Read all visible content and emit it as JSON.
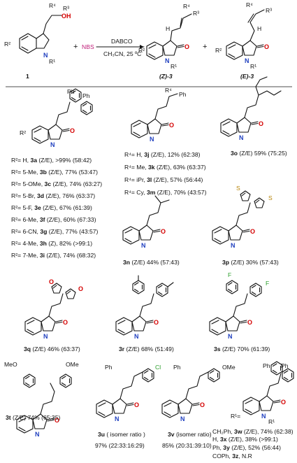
{
  "scheme": {
    "reagent_nbs": "NBS",
    "reagent_plus": "+",
    "catalyst": "DABCO",
    "conditions": "CH₃CN, 25 ºC",
    "substrate_label": "1",
    "product_z_label": "(Z)-3",
    "product_e_label": "(E)-3",
    "r1": "R¹",
    "r2": "R²",
    "r3": "R³",
    "r4": "R⁴",
    "oh": "OH"
  },
  "groups": {
    "ph": "Ph",
    "ome": "OMe",
    "cl": "Cl",
    "f": "F",
    "meo": "MeO",
    "r1_eq": "R¹="
  },
  "entries": {
    "r2_series": [
      {
        "pre": "R²= H, ",
        "id": "3a",
        "post": " (Z/E), >99% (58:42)"
      },
      {
        "pre": "R²= 5-Me, ",
        "id": "3b",
        "post": " (Z/E), 77% (53:47)"
      },
      {
        "pre": "R²= 5-OMe, ",
        "id": "3c",
        "post": " (Z/E), 74% (63:27)"
      },
      {
        "pre": "R²= 5-Br, ",
        "id": "3d",
        "post": " (Z/E), 76% (63:37)"
      },
      {
        "pre": "R²= 5-F, ",
        "id": "3e",
        "post": " (Z/E), 67% (61:39)"
      },
      {
        "pre": "R²= 6-Me, ",
        "id": "3f",
        "post": " (Z/E), 60% (67:33)"
      },
      {
        "pre": "R²= 6-CN, ",
        "id": "3g",
        "post": " (Z/E), 77% (43:57)"
      },
      {
        "pre": "R²= 4-Me, ",
        "id": "3h",
        "post": " (Z), 82% (>99:1)"
      },
      {
        "pre": "R²= 7-Me, ",
        "id": "3i",
        "post": " (Z/E), 74% (68:32)"
      }
    ],
    "r4_series": [
      {
        "pre": "R⁴= H, ",
        "id": "3j",
        "post": " (Z/E), 12% (62:38)"
      },
      {
        "pre": "R⁴= Me, ",
        "id": "3k",
        "post": " (Z/E), 63% (63:37)"
      },
      {
        "pre": "R⁴= iPr, ",
        "id": "3l",
        "post": " (Z/E), 57% (56:44)"
      },
      {
        "pre": "R⁴= Cy, ",
        "id": "3m",
        "post": " (Z/E), 70% (43:57)"
      }
    ],
    "r1_series": [
      {
        "pre": "CH₂Ph, ",
        "id": "3w",
        "post": " (Z/E), 74% (62:38)"
      },
      {
        "pre": "H, ",
        "id": "3x",
        "post": " (Z/E), 38% (>99:1)"
      },
      {
        "pre": "Ph, ",
        "id": "3y",
        "post": " (Z/E), 52% (56:44)"
      },
      {
        "pre": "COPh, ",
        "id": "3z",
        "post": ", N.R"
      }
    ],
    "e3o": {
      "id": "3o",
      "post": " (Z/E) 59% (75:25)"
    },
    "e3n": {
      "id": "3n",
      "post": " (Z/E) 44% (57:43)"
    },
    "e3p": {
      "id": "3p",
      "post": " (Z/E) 30% (57:43)"
    },
    "e3q": {
      "id": "3q",
      "post": " (Z/E) 46% (63:37)"
    },
    "e3r": {
      "id": "3r",
      "post": " (Z/E) 68% (51:49)"
    },
    "e3s": {
      "id": "3s",
      "post": " (Z/E) 70% (61:39)"
    },
    "e3t": {
      "id": "3t",
      "post": " (Z/E) 74% (65:35)"
    },
    "e3u": {
      "id": "3u",
      "post": " ( isomer ratio )",
      "line2": "97% (22:33:16:29)"
    },
    "e3v": {
      "id": "3v",
      "post": " (isomer ratio)",
      "line2": "85% (20:31:39:10)"
    }
  }
}
